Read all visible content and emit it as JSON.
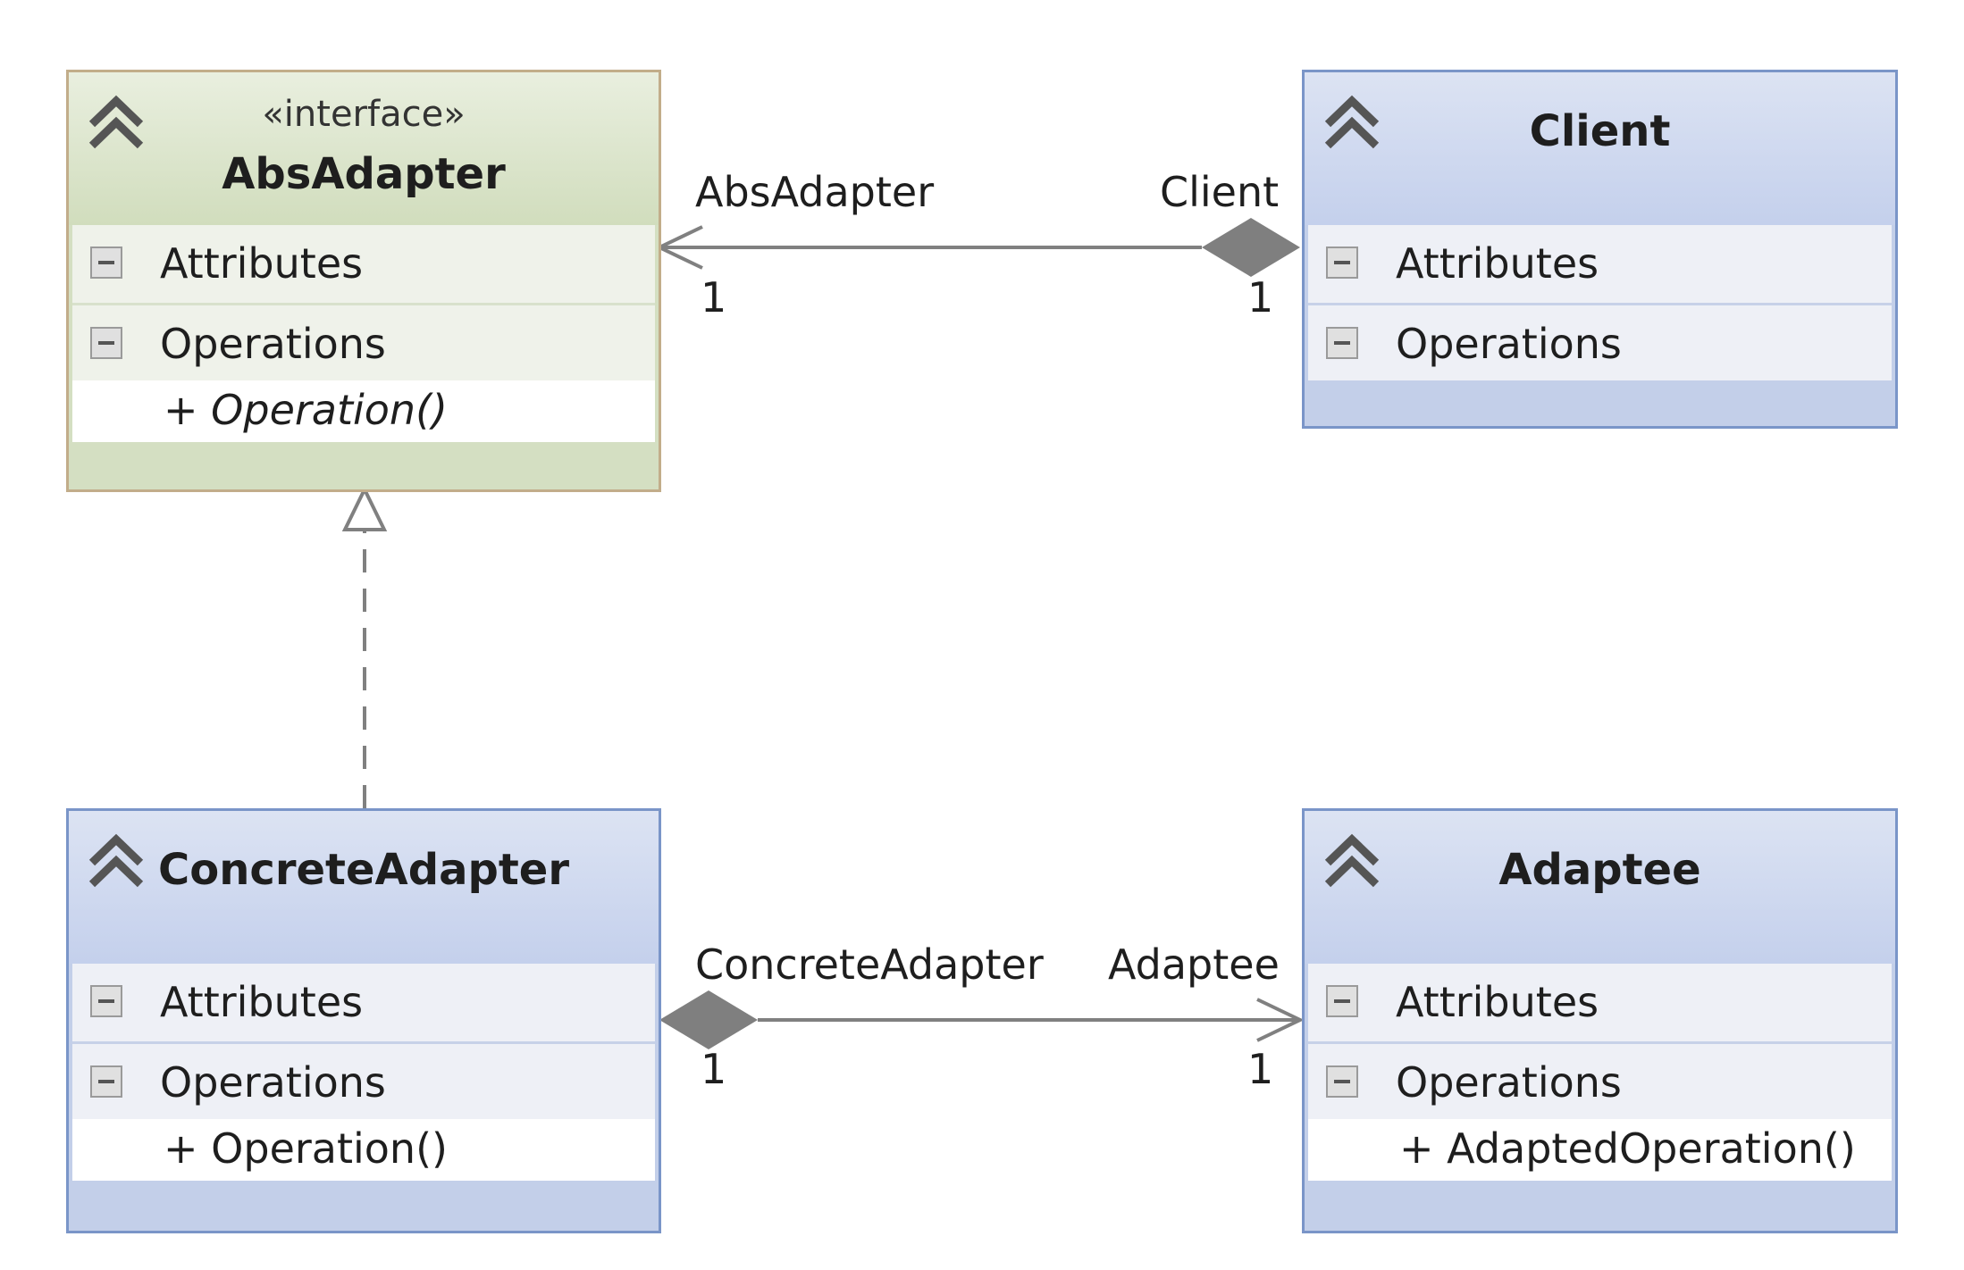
{
  "classes": {
    "absadapter": {
      "stereotype": "«interface»",
      "name": "AbsAdapter",
      "attributes_label": "Attributes",
      "operations_label": "Operations",
      "operations": [
        "+ Operation()"
      ]
    },
    "client": {
      "name": "Client",
      "attributes_label": "Attributes",
      "operations_label": "Operations"
    },
    "concreteadapter": {
      "name": "ConcreteAdapter",
      "attributes_label": "Attributes",
      "operations_label": "Operations",
      "operations": [
        "+ Operation()"
      ]
    },
    "adaptee": {
      "name": "Adaptee",
      "attributes_label": "Attributes",
      "operations_label": "Operations",
      "operations": [
        "+ AdaptedOperation()"
      ]
    }
  },
  "associations": {
    "client_absadapter": {
      "target_role": "AbsAdapter",
      "target_multiplicity": "1",
      "source_role": "Client",
      "source_multiplicity": "1"
    },
    "concreteadapter_adaptee": {
      "source_role": "ConcreteAdapter",
      "source_multiplicity": "1",
      "target_role": "Adaptee",
      "target_multiplicity": "1"
    }
  },
  "colors": {
    "class_border": "#7a95c8",
    "interface_border": "#c2ad8a",
    "class_header": "#c4d0ec",
    "interface_header": "#d1ddbd",
    "connector": "#808080"
  }
}
